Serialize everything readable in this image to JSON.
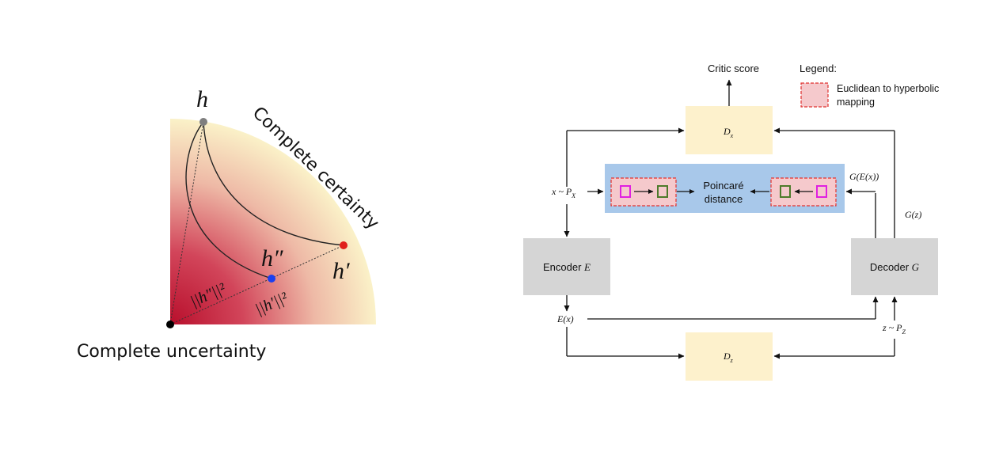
{
  "left_panel": {
    "label_h": "h",
    "label_h_prime": "h′",
    "label_h_double_prime": "h″",
    "label_norm_double_prime": "||h″||²",
    "label_norm_prime": "||h′||²",
    "label_certainty": "Complete certainty",
    "label_uncertainty": "Complete uncertainty",
    "colors": {
      "disk_outer": "#fbf3c9",
      "disk_inner": "#c2102e",
      "point_h": "#7f7f7f",
      "point_h_prime": "#e0201c",
      "point_h_double_prime": "#1a3ff0",
      "point_origin": "#000000"
    }
  },
  "right_panel": {
    "critic_score": "Critic score",
    "legend_title": "Legend:",
    "legend_text_line1": "Euclidean to hyperbolic",
    "legend_text_line2": "mapping",
    "dx_label": "D",
    "dx_sub": "x",
    "dz_label": "D",
    "dz_sub": "z",
    "poincare_line1": "Poincaré",
    "poincare_line2": "distance",
    "encoder_label": "Encoder ",
    "encoder_var": "E",
    "decoder_label": "Decoder ",
    "decoder_var": "G",
    "x_sample": "x ~ P",
    "x_sample_sub": "X",
    "z_sample": "z ~ P",
    "z_sample_sub": "Z",
    "ex_label": "E(x)",
    "gex_label": "G(E(x))",
    "gz_label": "G(z)",
    "colors": {
      "critic_box": "#fdf1cc",
      "poincare_box": "#a8c8ea",
      "mapping_fill": "#f5c9cc",
      "mapping_border": "#e0312f",
      "magenta": "#e020e0",
      "green": "#4d7a2a",
      "codec_box": "#d5d5d5"
    }
  }
}
